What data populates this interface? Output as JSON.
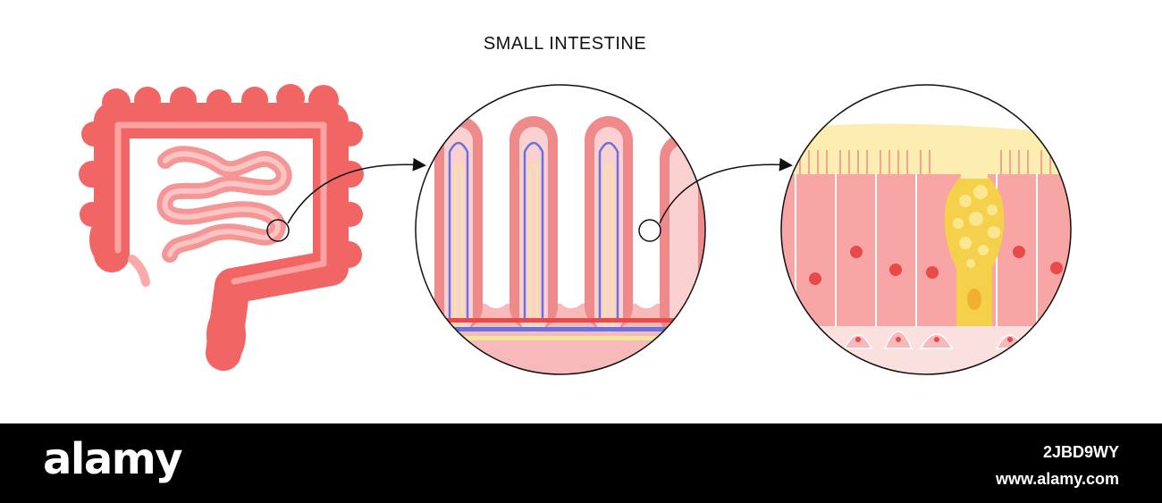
{
  "title": "SMALL INTESTINE",
  "footer": {
    "brand": "alamy",
    "image_id": "2JBD9WY",
    "site": "www.alamy.com"
  },
  "colors": {
    "intestine": "#f26565",
    "intestine_light": "#f9aaa9",
    "villus_wall": "#ef8a8a",
    "villus_core": "#fbd0d0",
    "artery": "#e84a4a",
    "vein": "#6673e0",
    "lacteal": "#f0e6a0",
    "mucus": "#fbeeb0",
    "goblet": "#f5d04a"
  },
  "panels": [
    {
      "id": "intestine-overview",
      "icon": "intestine-icon"
    },
    {
      "id": "villi-magnified",
      "icon": "villi-icon"
    },
    {
      "id": "epithelium-cells",
      "icon": "cells-icon"
    }
  ]
}
